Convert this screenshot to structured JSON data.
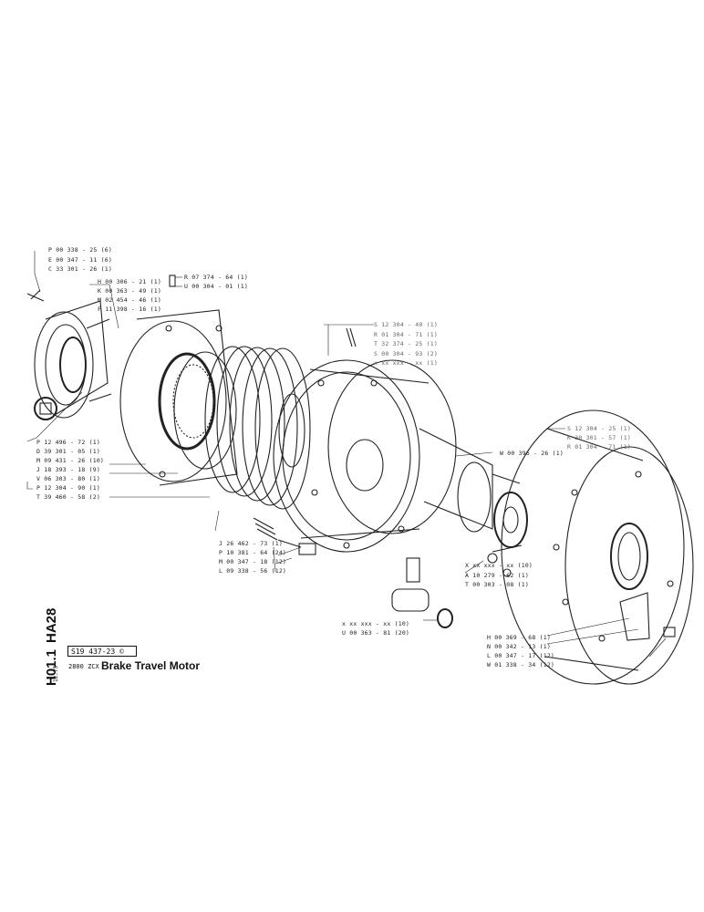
{
  "title_block": {
    "section_code": "HA28",
    "page_code": "H01.1",
    "part_number": "S19 437-23",
    "copyright_mark": "©",
    "model": "2800 ZCX",
    "title": "Brake Travel Motor",
    "date": "12.75"
  },
  "callouts": {
    "top_left": [
      "P 00 338 - 25 (6)",
      "E 00 347 - 11 (6)",
      "C 33 301 - 26 (1)"
    ],
    "upper_cluster": [
      "H 00 306 - 21 (1)",
      "K 00 363 - 49 (1)",
      "M 02 454 - 46 (1)",
      "F 11 398 - 16 (1)"
    ],
    "top_pair": [
      "R 07 374 - 64 (1)",
      "U 00 304 - 01 (1)"
    ],
    "center_top": [
      "S 12 304 - 40 (1)",
      "R 01 304 - 71 (1)",
      "T 32 374 - 25 (1)",
      "S 00 304 - 93 (2)",
      "x xx xxx - xx (1)"
    ],
    "left_column": [
      "P 12 496 - 72 (1)",
      "D 39 301 - 05 (1)",
      "M 09 431 - 26 (10)",
      "J 18 393 - 18 (9)",
      "V 06 303 - 80 (1)",
      "P 12 304 - 90 (1)",
      "T 39 460 - 58 (2)"
    ],
    "middle_lower": [
      "J 26 462 - 73 (1)",
      "P 10 381 - 64 (24)",
      "M 00 347 - 18 (12)",
      "L 09 338 - 56 (12)"
    ],
    "shaft": [
      "W 00 396 - 26 (1)"
    ],
    "right_top": [
      "S 12 304 - 25 (1)",
      "K 30 301 - 57 (1)",
      "R 01 304 - 71 (1)"
    ],
    "center_lower": [
      "X xx xxx - xx (10)",
      "A 10 279 - 62 (1)",
      "T 00 303 - 08 (1)"
    ],
    "bottom_center": [
      "x xx xxx - xx (10)",
      "U 00 363 - 81 (20)"
    ],
    "bottom_right": [
      "H 00 369 - 68 (1)",
      "N 00 342 - 13 (1)",
      "L 00 347 - 17 (12)",
      "W 01 338 - 34 (12)"
    ]
  }
}
